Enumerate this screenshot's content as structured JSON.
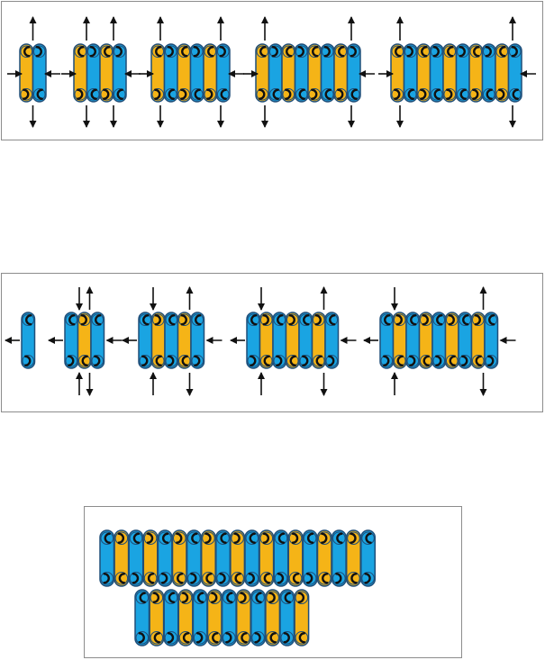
{
  "colors": {
    "blue": "#1aa4e2",
    "yellow": "#f5b417",
    "outline": "#1f4e79",
    "glyph": "#111111",
    "arrow": "#111111",
    "panel_border": "#8c8c8c"
  },
  "glyph_symbol": "curved-hook",
  "panels": [
    {
      "id": "panel-1",
      "name": "panel-top",
      "assemblies": [
        {
          "colors": [
            "Y",
            "B"
          ],
          "top_glyphs": [
            "C",
            "C"
          ],
          "bottom_glyphs": [
            "C",
            "C"
          ]
        },
        {
          "colors": [
            "Y",
            "B",
            "Y",
            "B"
          ],
          "top_glyphs": [
            "C",
            "C",
            "C",
            "C"
          ],
          "bottom_glyphs": [
            "C",
            "C",
            "C",
            "C"
          ]
        },
        {
          "colors": [
            "Y",
            "B",
            "Y",
            "B",
            "Y",
            "B"
          ],
          "top_glyphs": [
            "C",
            "C",
            "C",
            "C",
            "C",
            "C"
          ],
          "bottom_glyphs": [
            "C",
            "C",
            "C",
            "C",
            "C",
            "C"
          ]
        },
        {
          "colors": [
            "Y",
            "B",
            "Y",
            "B",
            "Y",
            "B",
            "Y",
            "B"
          ],
          "top_glyphs": [
            "C",
            "C",
            "C",
            "C",
            "C",
            "C",
            "C",
            "C"
          ],
          "bottom_glyphs": [
            "C",
            "C",
            "C",
            "C",
            "C",
            "C",
            "C",
            "C"
          ]
        },
        {
          "colors": [
            "Y",
            "B",
            "Y",
            "B",
            "Y",
            "B",
            "Y",
            "B",
            "Y",
            "B"
          ],
          "top_glyphs": [
            "C",
            "C",
            "C",
            "C",
            "C",
            "C",
            "C",
            "C",
            "C",
            "C"
          ],
          "bottom_glyphs": [
            "C",
            "C",
            "C",
            "C",
            "C",
            "C",
            "C",
            "C",
            "C",
            "C"
          ]
        }
      ]
    },
    {
      "id": "panel-2",
      "name": "panel-middle",
      "assemblies": [
        {
          "colors": [
            "B"
          ],
          "top_glyphs": [
            "C"
          ],
          "bottom_glyphs": [
            "C"
          ]
        },
        {
          "colors": [
            "B",
            "Y",
            "B"
          ],
          "top_glyphs": [
            "C",
            "C",
            "C"
          ],
          "bottom_glyphs": [
            "C",
            "C",
            "C"
          ]
        },
        {
          "colors": [
            "B",
            "Y",
            "B",
            "Y",
            "B"
          ],
          "top_glyphs": [
            "C",
            "C",
            "C",
            "C",
            "C"
          ],
          "bottom_glyphs": [
            "C",
            "C",
            "C",
            "C",
            "C"
          ]
        },
        {
          "colors": [
            "B",
            "Y",
            "B",
            "Y",
            "B",
            "Y",
            "B"
          ],
          "top_glyphs": [
            "C",
            "C",
            "C",
            "C",
            "C",
            "C",
            "C"
          ],
          "bottom_glyphs": [
            "C",
            "C",
            "C",
            "C",
            "C",
            "C",
            "C"
          ]
        },
        {
          "colors": [
            "B",
            "Y",
            "B",
            "Y",
            "B",
            "Y",
            "B",
            "Y",
            "B"
          ],
          "top_glyphs": [
            "C",
            "C",
            "C",
            "C",
            "C",
            "C",
            "C",
            "C",
            "C"
          ],
          "bottom_glyphs": [
            "C",
            "C",
            "C",
            "C",
            "C",
            "C",
            "C",
            "C",
            "C"
          ]
        }
      ]
    },
    {
      "id": "panel-3",
      "name": "panel-bottom",
      "rows": [
        {
          "colors": [
            "B",
            "Y",
            "B",
            "Y",
            "B",
            "Y",
            "B",
            "Y",
            "B",
            "Y",
            "B",
            "Y",
            "B",
            "Y",
            "B",
            "Y",
            "B",
            "Y",
            "B"
          ]
        },
        {
          "colors": [
            "B",
            "Y",
            "B",
            "Y",
            "B",
            "Y",
            "B",
            "Y",
            "B",
            "Y",
            "B",
            "Y"
          ]
        }
      ]
    }
  ]
}
